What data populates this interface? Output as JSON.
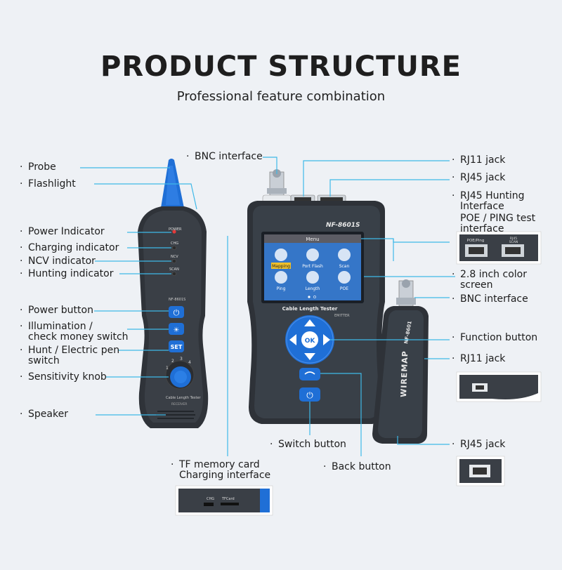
{
  "title": "PRODUCT STRUCTURE",
  "subtitle": "Professional feature combination",
  "labels_left": {
    "probe": "Probe",
    "flashlight": "Flashlight",
    "power_indicator": "Power Indicator",
    "charging_indicator": "Charging indicator",
    "ncv_indicator": "NCV indicator",
    "hunting_indicator": "Hunting indicator",
    "power_button": "Power button",
    "illumination_1": "Illumination /",
    "illumination_2": "check money switch",
    "hunt_1": "Hunt / Electric pen",
    "hunt_2": "switch",
    "sensitivity_knob": "Sensitivity knob",
    "speaker": "Speaker"
  },
  "labels_center": {
    "bnc_interface_top": "BNC interface",
    "tf_1": "TF memory card",
    "tf_2": "Charging interface",
    "switch_button": "Switch button",
    "back_button": "Back button"
  },
  "labels_right": {
    "rj11_jack_top": "RJ11 jack",
    "rj45_jack_top": "RJ45 jack",
    "rj45_hunting_1": "RJ45 Hunting",
    "rj45_hunting_2": "Interface",
    "poe_1": "POE / PING test",
    "poe_2": "interface",
    "color_screen_1": "2.8 inch color",
    "color_screen_2": "screen",
    "bnc_interface_right": "BNC interface",
    "function_button": "Function button",
    "rj11_jack_bottom": "RJ11 jack",
    "rj45_jack_bottom": "RJ45 jack"
  },
  "receiver": {
    "led_power": "POWER",
    "led_chg": "CHG",
    "led_ncv": "NCV",
    "led_scan": "SCAN",
    "model": "NF-8601S",
    "set": "SET",
    "brand": "Cable Length Tester",
    "role": "RECEIVER"
  },
  "emitter": {
    "model": "NF-8601S",
    "menu": "Menu",
    "icons": [
      "Mapping",
      "Port Flash",
      "Scan",
      "Ping",
      "Length",
      "POE"
    ],
    "brand": "Cable Length Tester",
    "role": "EMITTER",
    "ok": "OK"
  },
  "remote": {
    "model": "NF-8601",
    "wiremap": "WIREMAP"
  },
  "inset_poe": {
    "left": "POE/Ping",
    "right_1": "RJ45",
    "right_2": "SCAN"
  },
  "inset_tf": {
    "chg": "CHG",
    "tf": "TFCard"
  },
  "colors": {
    "accent_blue": "#1f6fd6",
    "line_cyan": "#3fb9e8",
    "device_body": "#2e3238"
  }
}
